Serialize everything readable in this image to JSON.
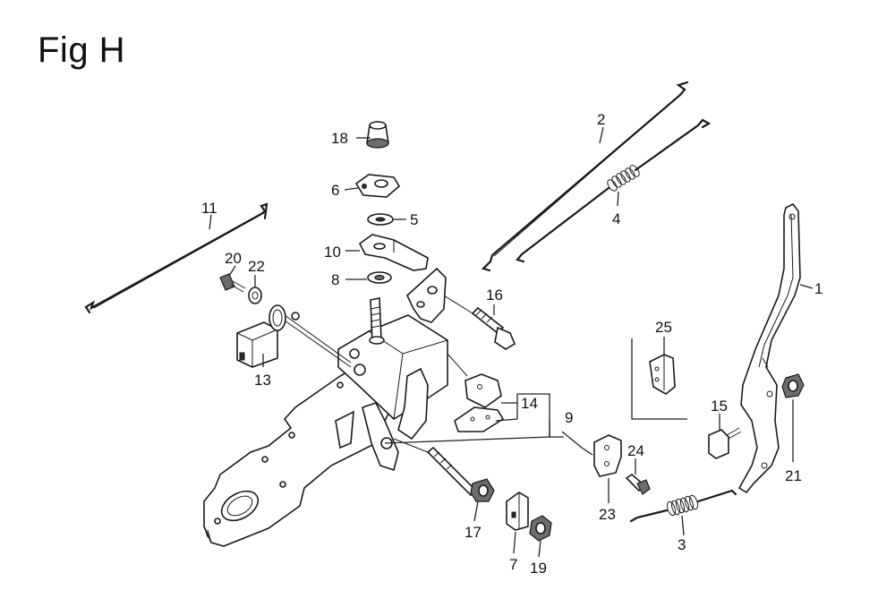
{
  "figure": {
    "title": "Fig H"
  },
  "callouts": {
    "c1": "1",
    "c2": "2",
    "c3": "3",
    "c4": "4",
    "c5": "5",
    "c6": "6",
    "c7": "7",
    "c8": "8",
    "c9": "9",
    "c10": "10",
    "c11": "11",
    "c13": "13",
    "c14": "14",
    "c15": "15",
    "c16": "16",
    "c17": "17",
    "c18": "18",
    "c19": "19",
    "c20": "20",
    "c21": "21",
    "c22": "22",
    "c23": "23",
    "c24": "24",
    "c25": "25"
  }
}
